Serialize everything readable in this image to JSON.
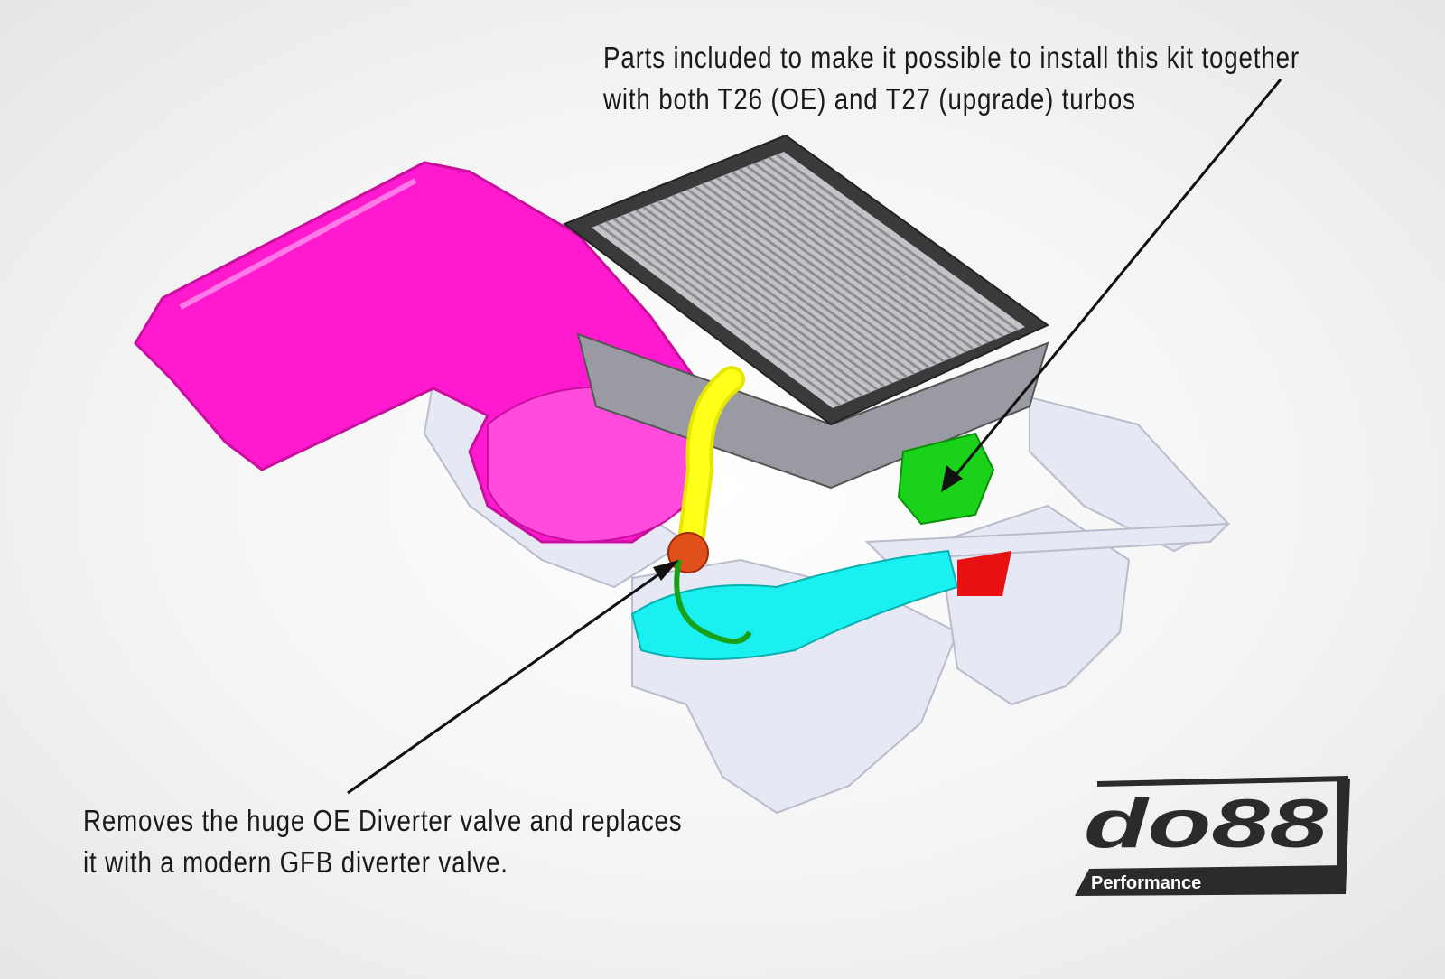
{
  "callouts": {
    "top": {
      "line1": "Parts included to make it possible to install this kit together",
      "line2": "with both T26 (OE) and T27 (upgrade) turbos"
    },
    "bottom": {
      "line1": "Removes the huge OE Diverter valve and replaces",
      "line2": "it with a modern GFB diverter valve."
    }
  },
  "logo": {
    "brand": "do88",
    "subtitle": "Performance"
  },
  "colors": {
    "airbox": "#ff1ad0",
    "intercooler_frame": "#3a3a3a",
    "intercooler_fins": "#b8b8bc",
    "pipe_yellow": "#ffff1a",
    "pipe_cyan": "#1af0f0",
    "pipe_green": "#1ad21a",
    "diverter_valve": "#e0501a",
    "engine_parts": "#e8eaf6"
  }
}
